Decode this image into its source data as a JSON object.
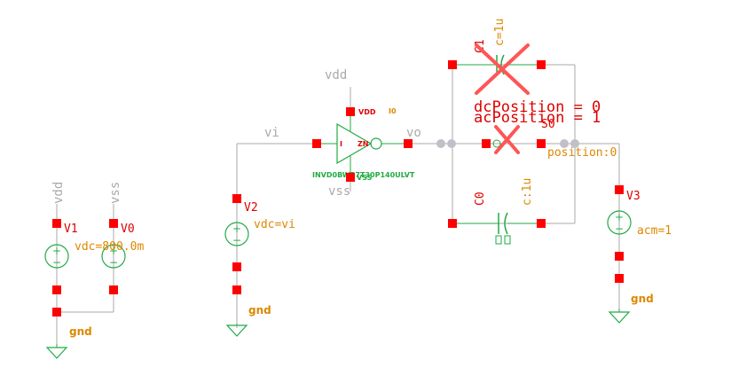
{
  "colors": {
    "wire": "#aaaaaa",
    "pin": "#ff0000",
    "instance_label": "#dd0000",
    "property_label": "#dd8800",
    "symbol": "#22aa44",
    "net_label": "#aaaaaa",
    "switch_dot": "#c0c0c8",
    "delete_x": "#ff5555",
    "gnd_label": "#dd8800"
  },
  "nets": {
    "vdd_left": "vdd",
    "vss_left": "vss",
    "vi": "vi",
    "vo": "vo",
    "vdd_inv": "vdd",
    "vss_inv": "vss"
  },
  "sources": {
    "v1": {
      "name": "V1"
    },
    "v0": {
      "name": "V0",
      "prop": "vdc=800.0m"
    },
    "v2": {
      "name": "V2",
      "prop": "vdc=vi"
    },
    "v3": {
      "name": "V3",
      "prop": "acm=1"
    }
  },
  "inverter": {
    "pin_vdd": "VDD",
    "pin_vss": "VSS",
    "pin_in": "I",
    "pin_out": "ZN",
    "inst": "I0",
    "cell": "INVD0BWP7T30P140ULVT"
  },
  "caps": {
    "c1": {
      "name": "C1",
      "prop": "c=1u"
    },
    "c0": {
      "name": "C0",
      "prop": "c:1u"
    }
  },
  "switch": {
    "name": "S0",
    "dc": "dcPosition = 0",
    "ac": "acPosition = 1",
    "position": "position:0"
  },
  "grounds": {
    "g1": "gnd",
    "g2": "gnd",
    "g3": "gnd"
  }
}
